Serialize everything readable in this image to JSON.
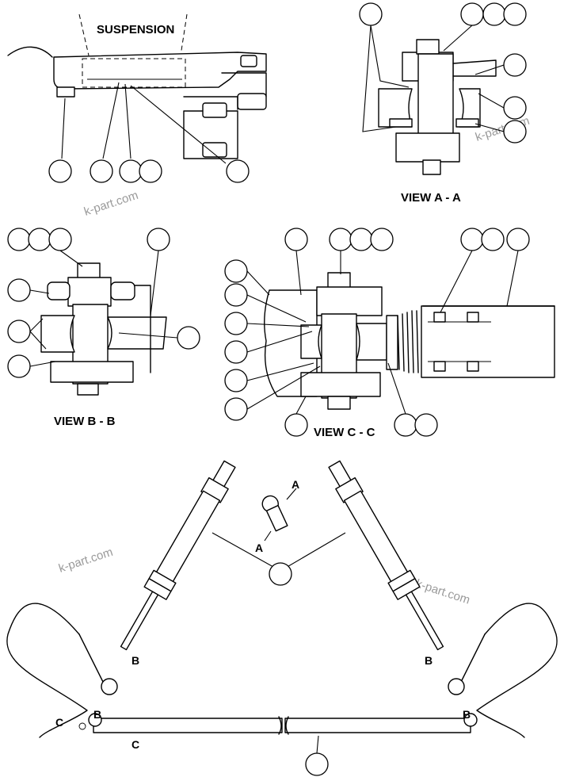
{
  "labels": {
    "suspension": "SUSPENSION",
    "view_a": "VIEW A - A",
    "view_b": "VIEW B - B",
    "view_c": "VIEW C - C"
  },
  "section_letters": {
    "a": "A",
    "b": "B",
    "c": "C"
  },
  "watermark": "k-part.com",
  "colors": {
    "line": "#000000",
    "background": "#ffffff",
    "watermark": "#9a9a9a"
  }
}
